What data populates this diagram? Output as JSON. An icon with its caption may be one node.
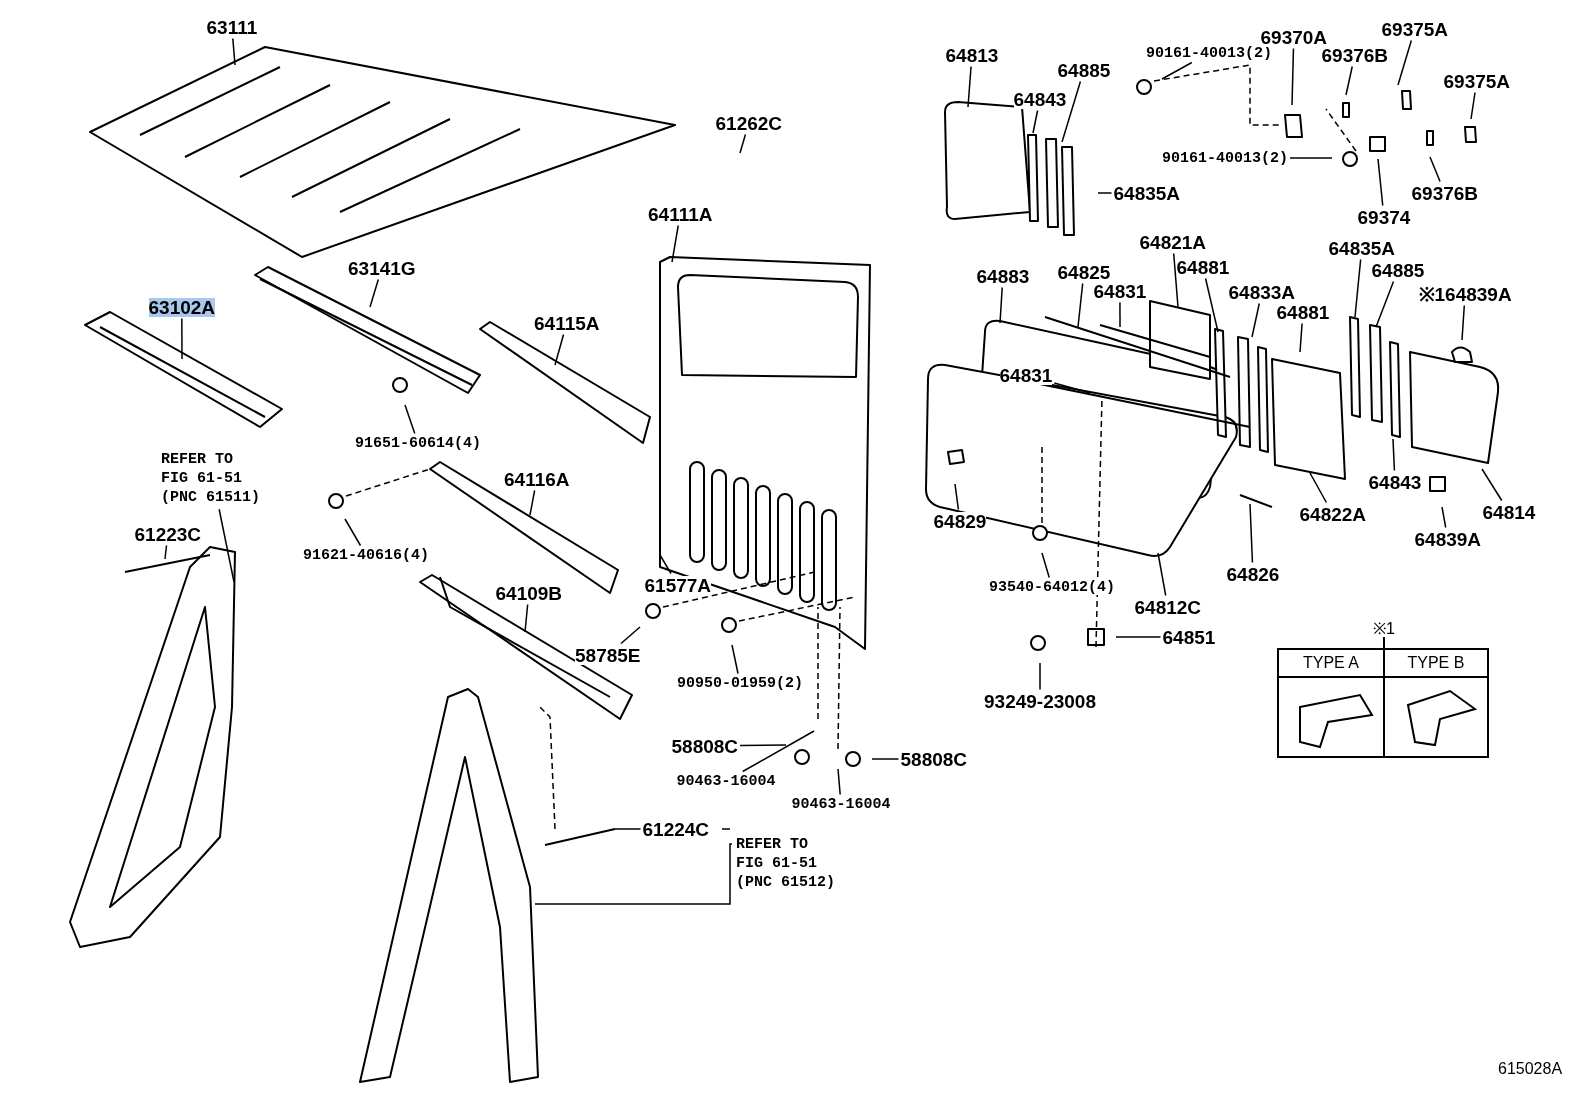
{
  "diagram": {
    "nodes": [
      {
        "text": [
          "63111"
        ]
      },
      {
        "text": [
          "63102A"
        ]
      },
      {
        "text": [
          "63141G"
        ]
      },
      {
        "text": [
          "64115A"
        ]
      },
      {
        "text": [
          "91651-60614(4)"
        ]
      },
      {
        "text": [
          "REFER TO FIG 61-51 (PNC 61511)"
        ]
      },
      {
        "text": [
          "61223C"
        ]
      },
      {
        "text": [
          "91621-40616(4)"
        ]
      },
      {
        "text": [
          "64116A"
        ]
      },
      {
        "text": [
          "64109B"
        ]
      },
      {
        "text": [
          "61262C"
        ]
      },
      {
        "text": [
          "64111A"
        ]
      },
      {
        "text": [
          "61577A"
        ]
      },
      {
        "text": [
          "58785E"
        ]
      },
      {
        "text": [
          "90950-01959(2)"
        ]
      },
      {
        "text": [
          "58808C"
        ]
      },
      {
        "text": [
          "90463-16004"
        ]
      },
      {
        "text": [
          "90463-16004"
        ]
      },
      {
        "text": [
          "58808C"
        ]
      },
      {
        "text": [
          "61224C"
        ]
      },
      {
        "text": [
          "REFER TO FIG 61-51 (PNC 61512)"
        ]
      },
      {
        "text": [
          "64813"
        ]
      },
      {
        "text": [
          "64843"
        ]
      },
      {
        "text": [
          "64885"
        ]
      },
      {
        "text": [
          "64835A"
        ]
      },
      {
        "text": [
          "90161-40013(2)"
        ]
      },
      {
        "text": [
          "69370A"
        ]
      },
      {
        "text": [
          "69375A"
        ]
      },
      {
        "text": [
          "69376B"
        ]
      },
      {
        "text": [
          "69375A"
        ]
      },
      {
        "text": [
          "90161-40013(2)"
        ]
      },
      {
        "text": [
          "69376B"
        ]
      },
      {
        "text": [
          "69374"
        ]
      },
      {
        "text": [
          "64821A"
        ]
      },
      {
        "text": [
          "64883"
        ]
      },
      {
        "text": [
          "64825"
        ]
      },
      {
        "text": [
          "64881"
        ]
      },
      {
        "text": [
          "64831"
        ]
      },
      {
        "text": [
          "64833A"
        ]
      },
      {
        "text": [
          "64881"
        ]
      },
      {
        "text": [
          "64835A"
        ]
      },
      {
        "text": [
          "64885"
        ]
      },
      {
        "text": [
          "※164839A"
        ]
      },
      {
        "text": [
          "64831"
        ]
      },
      {
        "text": [
          "64829"
        ]
      },
      {
        "text": [
          "93540-64012(4)"
        ]
      },
      {
        "text": [
          "64812C"
        ]
      },
      {
        "text": [
          "64826"
        ]
      },
      {
        "text": [
          "64822A"
        ]
      },
      {
        "text": [
          "64843"
        ]
      },
      {
        "text": [
          "64839A"
        ]
      },
      {
        "text": [
          "64814"
        ]
      },
      {
        "text": [
          "64851"
        ]
      },
      {
        "text": [
          "93249-23008"
        ]
      }
    ],
    "edges": [
      {
        "from": 0,
        "to": null,
        "arrow": "none"
      },
      {
        "from": 1,
        "to": null,
        "arrow": "none"
      },
      {
        "from": 2,
        "to": null,
        "arrow": "none"
      },
      {
        "from": 3,
        "to": null,
        "arrow": "none"
      },
      {
        "from": 4,
        "to": null,
        "arrow": "none"
      },
      {
        "from": 5,
        "to": null,
        "arrow": "none"
      },
      {
        "from": 6,
        "to": null,
        "arrow": "none"
      },
      {
        "from": 7,
        "to": null,
        "arrow": "none"
      },
      {
        "from": 8,
        "to": null,
        "arrow": "none"
      },
      {
        "from": 9,
        "to": null,
        "arrow": "none"
      },
      {
        "from": 10,
        "to": null,
        "arrow": "none"
      },
      {
        "from": 11,
        "to": null,
        "arrow": "none"
      },
      {
        "from": 12,
        "to": null,
        "arrow": "none"
      },
      {
        "from": 13,
        "to": null,
        "arrow": "none"
      },
      {
        "from": 14,
        "to": null,
        "arrow": "none"
      },
      {
        "from": 15,
        "to": null,
        "arrow": "none"
      },
      {
        "from": 16,
        "to": null,
        "arrow": "none"
      },
      {
        "from": 17,
        "to": null,
        "arrow": "none"
      },
      {
        "from": 18,
        "to": null,
        "arrow": "none"
      },
      {
        "from": 19,
        "to": null,
        "arrow": "none"
      },
      {
        "from": 20,
        "to": null,
        "arrow": "none"
      },
      {
        "from": 21,
        "to": null,
        "arrow": "none"
      },
      {
        "from": 22,
        "to": null,
        "arrow": "none"
      },
      {
        "from": 23,
        "to": null,
        "arrow": "none"
      },
      {
        "from": 24,
        "to": null,
        "arrow": "none"
      },
      {
        "from": 25,
        "to": null,
        "arrow": "none"
      },
      {
        "from": 26,
        "to": null,
        "arrow": "none"
      },
      {
        "from": 27,
        "to": null,
        "arrow": "none"
      },
      {
        "from": 28,
        "to": null,
        "arrow": "none"
      },
      {
        "from": 29,
        "to": null,
        "arrow": "none"
      },
      {
        "from": 30,
        "to": null,
        "arrow": "none"
      },
      {
        "from": 31,
        "to": null,
        "arrow": "none"
      },
      {
        "from": 32,
        "to": null,
        "arrow": "none"
      },
      {
        "from": 33,
        "to": null,
        "arrow": "none"
      },
      {
        "from": 34,
        "to": null,
        "arrow": "none"
      },
      {
        "from": 35,
        "to": null,
        "arrow": "none"
      },
      {
        "from": 36,
        "to": null,
        "arrow": "none"
      },
      {
        "from": 37,
        "to": null,
        "arrow": "none"
      },
      {
        "from": 38,
        "to": null,
        "arrow": "none"
      },
      {
        "from": 39,
        "to": null,
        "arrow": "none"
      },
      {
        "from": 40,
        "to": null,
        "arrow": "none"
      },
      {
        "from": 41,
        "to": null,
        "arrow": "none"
      },
      {
        "from": 42,
        "to": null,
        "arrow": "none"
      },
      {
        "from": 43,
        "to": null,
        "arrow": "none"
      },
      {
        "from": 44,
        "to": null,
        "arrow": "none"
      },
      {
        "from": 45,
        "to": null,
        "arrow": "none"
      },
      {
        "from": 46,
        "to": null,
        "arrow": "none"
      },
      {
        "from": 47,
        "to": null,
        "arrow": "none"
      },
      {
        "from": 48,
        "to": null,
        "arrow": "none"
      },
      {
        "from": 49,
        "to": null,
        "arrow": "none"
      },
      {
        "from": 50,
        "to": null,
        "arrow": "none"
      },
      {
        "from": 51,
        "to": null,
        "arrow": "none"
      },
      {
        "from": 52,
        "to": null,
        "arrow": "none"
      },
      {
        "from": 53,
        "to": null,
        "arrow": "none"
      }
    ],
    "labels": [
      "※1",
      "TYPE A",
      "TYPE B",
      "615028A"
    ]
  }
}
